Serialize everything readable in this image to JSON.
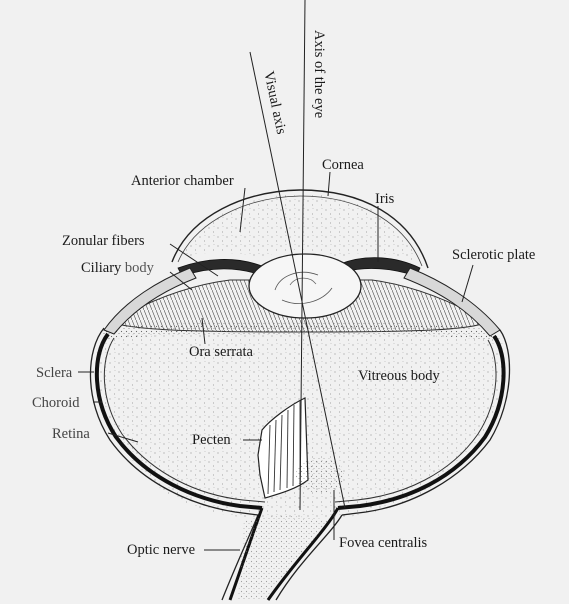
{
  "labels": {
    "axis_of_eye": "Axis of the eye",
    "visual_axis": "Visual axis",
    "cornea": "Cornea",
    "anterior_chamber": "Anterior chamber",
    "iris": "Iris",
    "zonular_fibers": "Zonular fibers",
    "sclerotic_plate": "Sclerotic plate",
    "ciliary": "Ciliary",
    "body": "body",
    "ora_serrata": "Ora serrata",
    "sclera": "Sclera",
    "vitreous_body": "Vitreous body",
    "choroid": "Choroid",
    "retina": "Retina",
    "pecten": "Pecten",
    "optic_nerve": "Optic nerve",
    "fovea_centralis": "Fovea centralis"
  },
  "colors": {
    "background": "#f1f1f1",
    "ink": "#1a1a1a"
  }
}
